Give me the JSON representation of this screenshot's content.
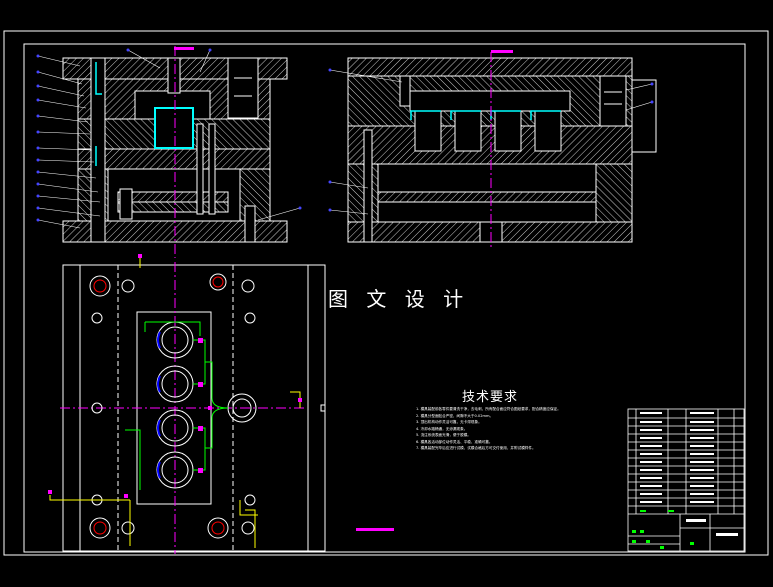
{
  "watermark_text": "图 文 设 计",
  "tech_requirements": {
    "title": "技术要求",
    "items": [
      "1. 模具装配前各零件要清洗干净，去毛刺，所有配合面应符合图纸要求，配合精度应保证。",
      "2. 模具分型面贴合严密，间隙不大于0.02mm。",
      "3. 顶出机构动作灵活可靠，无卡滞现象。",
      "4. 冷却水路畅通，无渗漏现象。",
      "5. 浇注系统表面光滑，便于脱模。",
      "6. 模具各活动部位动作灵活、平稳、准确可靠。",
      "7. 模具装配完毕后应进行试模，试模合格后方可交付使用，并附试模样件。"
    ]
  },
  "colors": {
    "background": "#000000",
    "line": "#ffffff",
    "center_line": "#ff00ff",
    "cavity": "#00ffff",
    "runner": "#00ff00",
    "leader": "#0000ff",
    "ejector": "#ffff00"
  }
}
